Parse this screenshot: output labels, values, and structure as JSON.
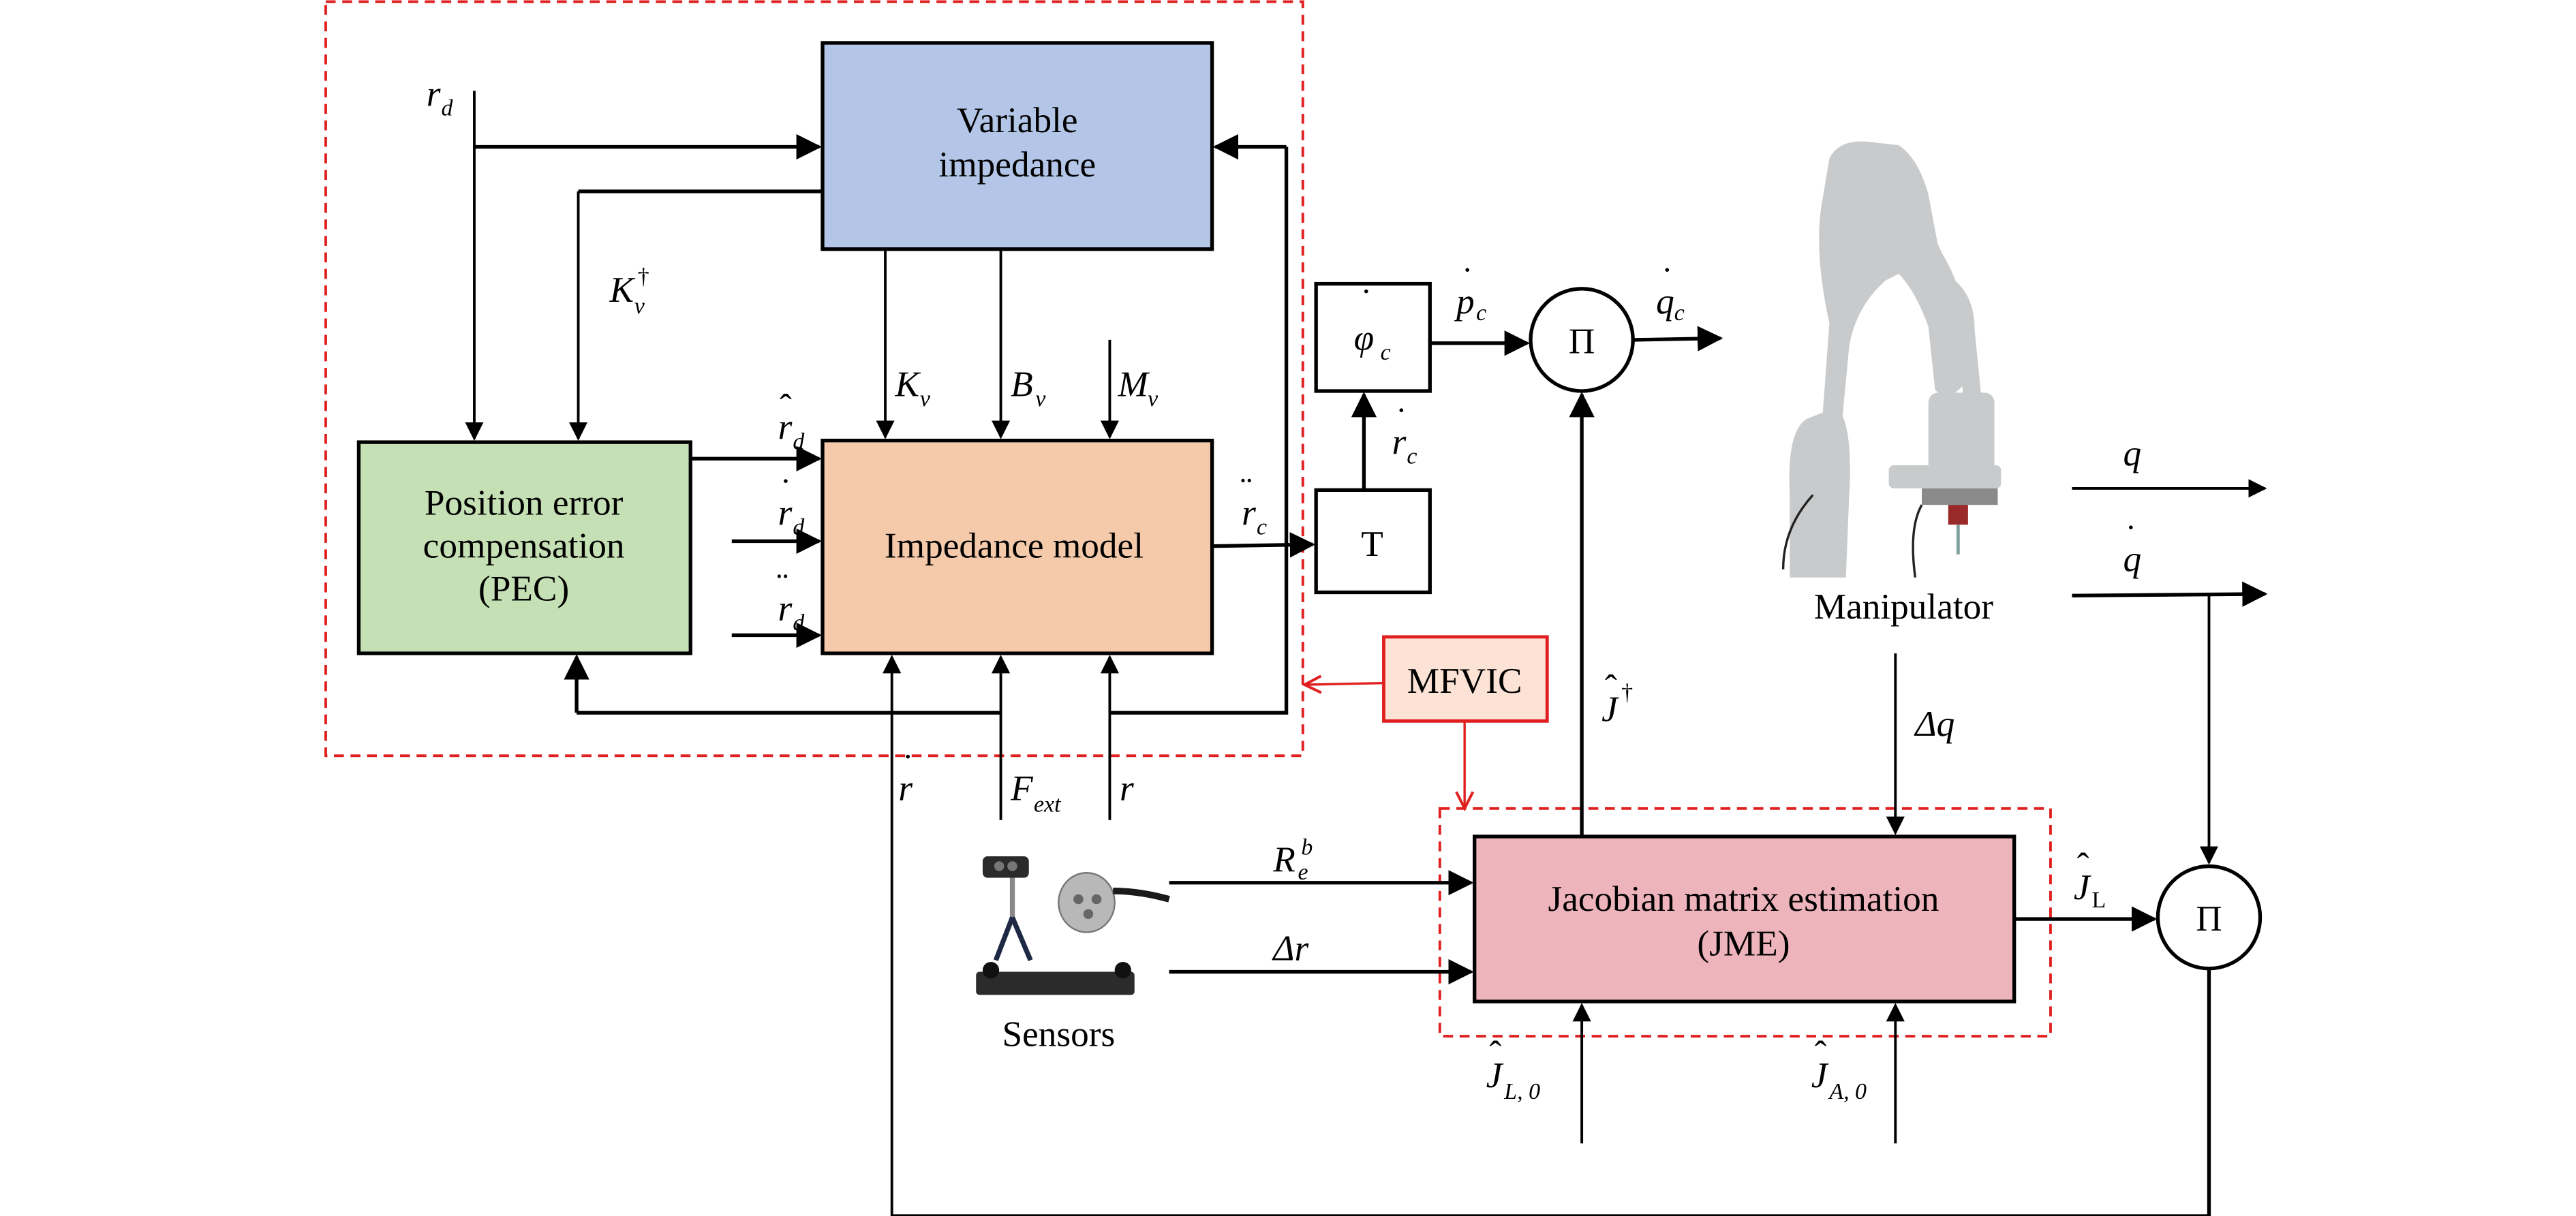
{
  "colors": {
    "variable_impedance": "#b4c6e7",
    "pec": "#c5e0b4",
    "impedance_model": "#f4caab",
    "jme": "#eeb4bb",
    "mfvic_fill": "#fde3d6",
    "mfvic_accent": "#e02020",
    "robot_body": "#c8cacb"
  },
  "blocks": {
    "variable_impedance": {
      "line1": "Variable",
      "line2": "impedance"
    },
    "pec": {
      "line1": "Position error",
      "line2": "compensation",
      "line3": "(PEC)"
    },
    "impedance_model": {
      "label": "Impedance model"
    },
    "phi_block": {
      "symbol": "φ",
      "accent": "˙",
      "sub": "c"
    },
    "t_block": {
      "label": "T"
    },
    "pi_top": {
      "label": "Π"
    },
    "pi_bottom": {
      "label": "Π"
    },
    "jme": {
      "line1": "Jacobian matrix estimation",
      "line2": "(JME)"
    },
    "mfvic": {
      "label": "MFVIC"
    }
  },
  "signals": {
    "r_d": {
      "base": "r",
      "sub": "d"
    },
    "k_v_dagger": {
      "base": "K",
      "sub": "v",
      "sup": "†"
    },
    "k_v": {
      "base": "K",
      "sub": "v"
    },
    "b_v": {
      "base": "B",
      "sub": "v"
    },
    "m_v": {
      "base": "M",
      "sub": "v"
    },
    "r_d_hat": {
      "base": "r",
      "accent": "ˆ",
      "sub": "d"
    },
    "r_d_dot": {
      "base": "r",
      "accent": "˙",
      "sub": "d"
    },
    "r_d_ddot": {
      "base": "r",
      "accent": "¨",
      "sub": "d"
    },
    "r_c_ddot": {
      "base": "r",
      "accent": "¨",
      "sub": "c"
    },
    "r_c_dot": {
      "base": "r",
      "accent": "˙",
      "sub": "c"
    },
    "p_c_dot": {
      "base": "p",
      "accent": "˙",
      "sub": "c"
    },
    "q_c_dot": {
      "base": "q",
      "accent": "˙",
      "sub": "c"
    },
    "r_dot": {
      "base": "r",
      "accent": "˙"
    },
    "f_ext": {
      "base": "F",
      "sub": "ext"
    },
    "r": {
      "base": "r"
    },
    "r_e_b": {
      "base": "R",
      "sub": "e",
      "sup": "b"
    },
    "delta_r": {
      "base": "Δr"
    },
    "j_dagger": {
      "base": "J",
      "accent": "ˆ",
      "sup": "†"
    },
    "delta_q": {
      "base": "Δq"
    },
    "q": {
      "base": "q"
    },
    "q_dot": {
      "base": "q",
      "accent": "˙"
    },
    "j_l": {
      "base": "J",
      "accent": "ˆ",
      "sub": "L"
    },
    "j_l0": {
      "base": "J",
      "accent": "ˆ",
      "sub": "L, 0"
    },
    "j_a0": {
      "base": "J",
      "accent": "ˆ",
      "sub": "A, 0"
    }
  },
  "images": {
    "manipulator": {
      "caption": "Manipulator"
    },
    "sensors": {
      "caption": "Sensors"
    }
  }
}
